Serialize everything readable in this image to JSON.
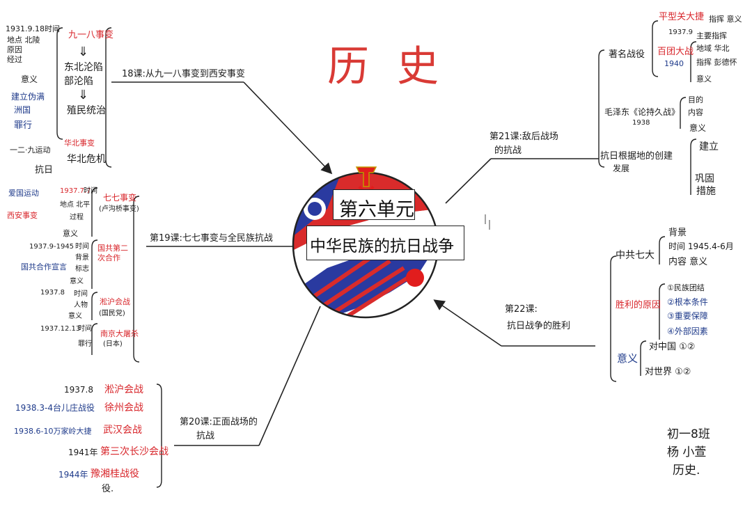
{
  "title": "历史",
  "center": {
    "unit": "第六单元",
    "theme": "中华民族的抗日战争"
  },
  "lessons": {
    "l18": "18课:从九一八事变到西安事变",
    "l19": "第19课:七七事变与全民族抗战",
    "l20": [
      "第20课:正面战场的",
      "抗战"
    ],
    "l21": [
      "第21课:敌后战场",
      "的抗战"
    ],
    "l22": [
      "第22课:",
      "抗日战争的胜利"
    ]
  },
  "branch18": {
    "event1": "九一八事变",
    "arrow_a": "⇓",
    "northeast": [
      "东北沦陷",
      "部沦陷"
    ],
    "arrow_b": "⇓",
    "colonial": "殖民统治",
    "time_label": "1931.9.18时间",
    "details": [
      "地点 北陵",
      "原因",
      "经过",
      "意义"
    ],
    "puppet": [
      "建立伪满",
      "洲国"
    ],
    "crime": "罪行",
    "event2": "华北危机",
    "event2_label": "华北事变",
    "left_notes": [
      "一二·九运动",
      "抗日",
      "爱国运动",
      "西安事变"
    ]
  },
  "branch19": {
    "event1": "七七事变",
    "event1_sub": "(卢沟桥事变)",
    "time1": "1937.7.7",
    "labels1": [
      "时间",
      "地点 北平",
      "过程",
      "意义"
    ],
    "event2": "国共第二次合作",
    "time2": "1937.9-1945",
    "labels2": [
      "时间",
      "背景",
      "标志",
      "意义"
    ],
    "united_front": "国共合作宣言",
    "event3": "淞沪会战",
    "event3_sub": "(国民党)",
    "time3": "1937.8",
    "labels3": [
      "时间",
      "人物",
      "意义"
    ],
    "event4": "南京大屠杀",
    "event4_sub": "(日本)",
    "time4": "1937.12.13",
    "labels4": [
      "时间",
      "罪行"
    ]
  },
  "branch20": {
    "rows": [
      {
        "date": "1937.8",
        "battle": "淞沪会战"
      },
      {
        "date": "1938.3-4台儿庄战役",
        "battle": "徐州会战"
      },
      {
        "date": "1938.6-10万家岭大捷",
        "battle": "武汉会战"
      },
      {
        "date": "1941年",
        "battle": "第三次长沙会战"
      },
      {
        "date": "1944年",
        "battle": "豫湘桂战役"
      }
    ],
    "tail": "役."
  },
  "branch21": {
    "group1": "著名战役",
    "battle1": "平型关大捷",
    "battle1_date": "1937.9",
    "battle2": "百团大战",
    "battle2_date": "1940",
    "notes1": [
      "指挥 意义"
    ],
    "notes2": [
      "主要指挥",
      "地域 华北",
      "指挥 彭德怀",
      "意义"
    ],
    "group2": "毛泽东《论持久战》",
    "group2_date": "1938",
    "notes3": [
      "目的",
      "内容",
      "意义"
    ],
    "group3": [
      "抗日根据地的创建",
      "发展"
    ],
    "notes4": [
      "建立",
      "巩固",
      "措施"
    ]
  },
  "branch22": {
    "congress": "中共七大",
    "congress_notes": [
      "背景",
      "时间 1945.4-6月",
      "内容 意义"
    ],
    "reasons": "胜利的原因",
    "reason_items": [
      "①民族团结",
      "②根本条件",
      "③重要保障",
      "④外部因素"
    ],
    "meaning": "意义",
    "meaning_items": [
      "对中国 ①②",
      "对世界 ①②"
    ]
  },
  "signature": [
    "初一8班",
    "杨 小萱",
    "历史."
  ]
}
